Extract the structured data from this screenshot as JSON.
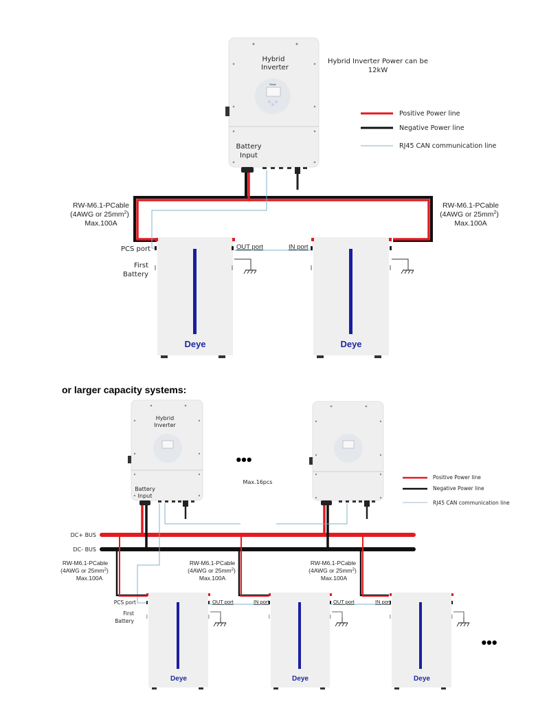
{
  "colors": {
    "positive": "#e31b23",
    "negative": "#111111",
    "comm": "#7fb0c8",
    "battery_stripe": "#1a1fa0",
    "brand": "#1f2a9e",
    "device_body": "#efefef"
  },
  "top_diagram": {
    "inverter": {
      "title_line1": "Hybrid",
      "title_line2": "Inverter",
      "battery_line1": "Battery",
      "battery_line2": "Input"
    },
    "power_note_line1": "Hybrid Inverter Power can be",
    "power_note_line2": "12kW",
    "legend": [
      {
        "label": "Positive Power line",
        "type": "positive"
      },
      {
        "label": "Negative Power line",
        "type": "negative"
      },
      {
        "label": "RJ45 CAN communication line",
        "type": "comm"
      }
    ],
    "cable_left": {
      "line1": "RW-M6.1-PCable",
      "line2": "(4AWG or 25mm",
      "sup": "2",
      "line2_end": ")",
      "line3": "Max.100A"
    },
    "cable_right": {
      "line1": "RW-M6.1-PCable",
      "line2": "(4AWG or 25mm",
      "sup": "2",
      "line2_end": ")",
      "line3": "Max.100A"
    },
    "pcs_port": "PCS port",
    "first_battery_line1": "First",
    "first_battery_line2": "Battery",
    "out_port": "OUT port",
    "in_port": "IN port",
    "battery_brand": "Deye"
  },
  "section_title": "or larger capacity systems:",
  "bottom_diagram": {
    "inverter": {
      "title_line1": "Hybrid",
      "title_line2": "Inverter",
      "battery_line1": "Battery",
      "battery_line2": "Input"
    },
    "ellipsis": "•••",
    "max_note": "Max.16pcs",
    "legend": [
      {
        "label": "Positive Power line",
        "type": "positive"
      },
      {
        "label": "Negative Power line",
        "type": "negative"
      },
      {
        "label": "RJ45 CAN communication line",
        "type": "comm"
      }
    ],
    "dc_plus": "DC+  BUS",
    "dc_minus": "DC-  BUS",
    "cable": {
      "line1": "RW-M6.1-PCable",
      "line2": "(4AWG or 25mm",
      "sup": "2",
      "line2_end": ")",
      "line3": "Max.100A"
    },
    "pcs_port": "PCS port",
    "first_battery_line1": "First",
    "first_battery_line2": "Battery",
    "out_port": "OUT port",
    "in_port": "IN port",
    "battery_brand": "Deye",
    "more_ellipsis": "•••"
  }
}
